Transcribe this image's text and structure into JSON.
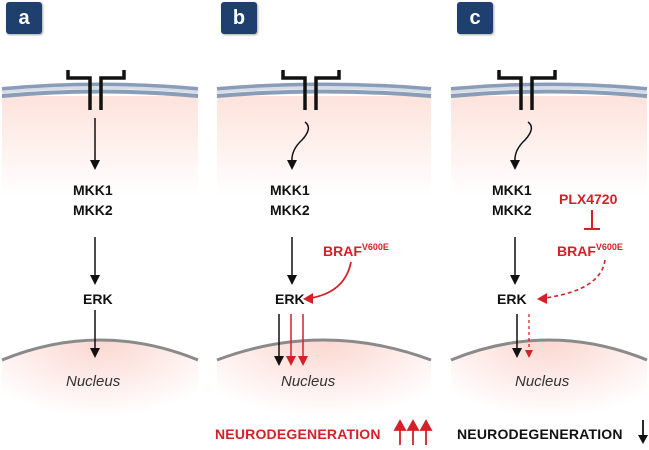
{
  "panels": [
    {
      "badge": "a",
      "mkk1": "MKK1",
      "mkk2": "MKK2",
      "erk": "ERK",
      "nucleus": "Nucleus"
    },
    {
      "badge": "b",
      "mkk1": "MKK1",
      "mkk2": "MKK2",
      "erk": "ERK",
      "nucleus": "Nucleus",
      "braf": "BRAF",
      "braf_sup": "V600E",
      "outcome": "NEURODEGENERATION"
    },
    {
      "badge": "c",
      "mkk1": "MKK1",
      "mkk2": "MKK2",
      "erk": "ERK",
      "nucleus": "Nucleus",
      "inhibitor": "PLX4720",
      "braf": "BRAF",
      "braf_sup": "V600E",
      "outcome": "NEURODEGENERATION"
    }
  ],
  "colors": {
    "badge": "#1f3f6e",
    "red": "#d62027",
    "membrane": "#8a9cb8",
    "cytoplasm": "#fde8e2"
  },
  "icons": [
    "receptor-icon",
    "arrow-icon",
    "inhibition-icon"
  ]
}
